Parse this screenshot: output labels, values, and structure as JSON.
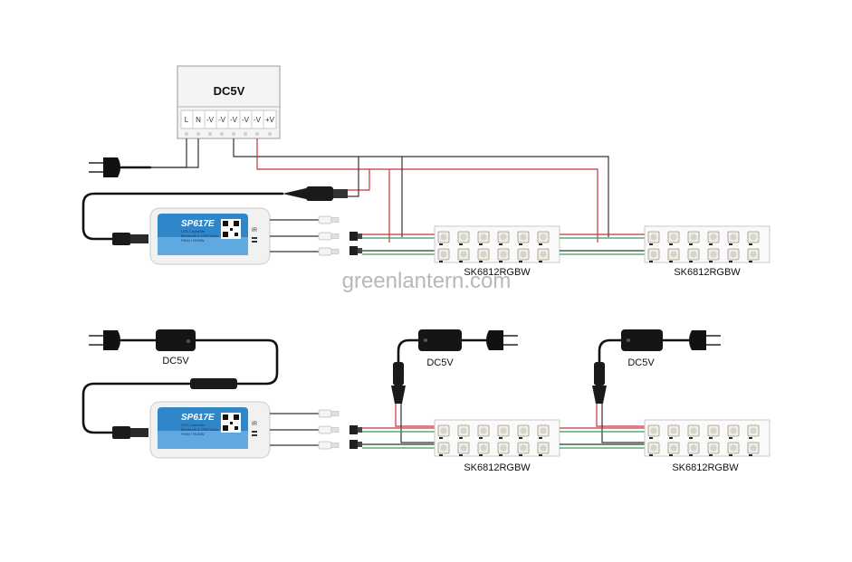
{
  "watermark": "greenlantern.com",
  "psu_main": {
    "label": "DC5V",
    "terminals": [
      "L",
      "N",
      "-V",
      "-V",
      "-V",
      "-V",
      "-V",
      "+V"
    ]
  },
  "controllers": [
    {
      "model": "SP617E",
      "lines": [
        "LED Controller",
        "Bluetooth & USB Music",
        "PWM / RGBW"
      ],
      "ir": "IR"
    },
    {
      "model": "SP617E",
      "lines": [
        "LED Controller",
        "Bluetooth & USB Music",
        "PWM / RGBW"
      ],
      "ir": "IR"
    }
  ],
  "strips": [
    {
      "label": "SK6812RGBW"
    },
    {
      "label": "SK6812RGBW"
    },
    {
      "label": "SK6812RGBW"
    },
    {
      "label": "SK6812RGBW"
    }
  ],
  "adapters": [
    {
      "label": "DC5V"
    },
    {
      "label": "DC5V"
    },
    {
      "label": "DC5V"
    }
  ],
  "colors": {
    "wire_red": "#c8323c",
    "wire_green": "#3a9a54",
    "wire_black": "#333333",
    "controller_blue": "#2f86c8",
    "watermark": "#b8b8b8"
  }
}
